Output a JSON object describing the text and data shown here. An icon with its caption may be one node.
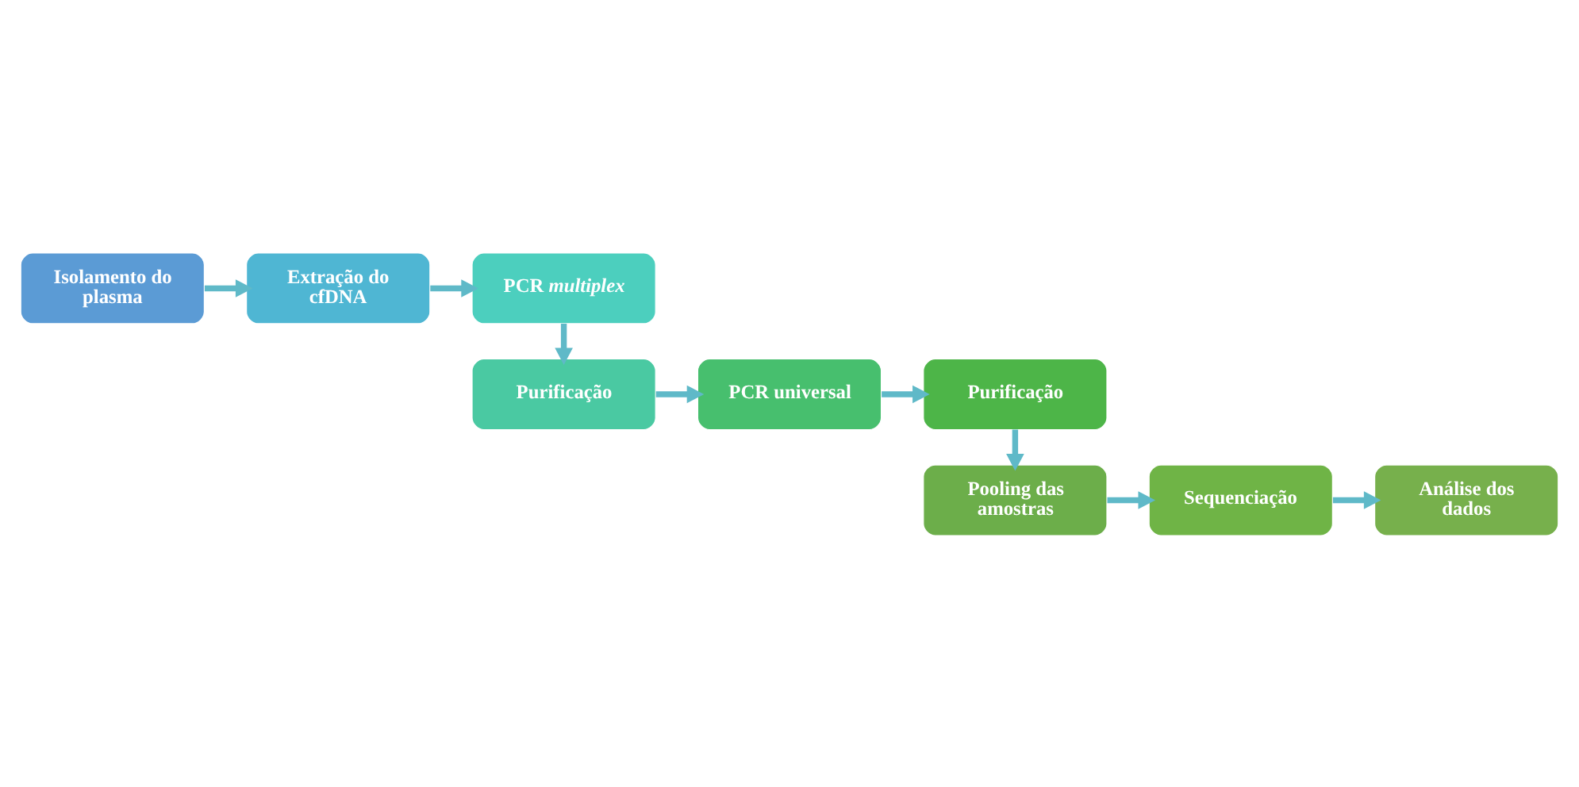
{
  "diagram": {
    "nodes": [
      {
        "text": [
          "Isolamento do plasma"
        ]
      },
      {
        "text": [
          "Extração do cfDNA"
        ]
      },
      {
        "text": [
          "PCR *multiplex*"
        ]
      },
      {
        "text": [
          "Purificação"
        ]
      },
      {
        "text": [
          "PCR universal"
        ]
      },
      {
        "text": [
          "Purificação"
        ]
      },
      {
        "text": [
          "Pooling das amostras"
        ]
      },
      {
        "text": [
          "Sequenciação"
        ]
      },
      {
        "text": [
          "Análise dos dados"
        ]
      }
    ],
    "edges": [
      {
        "from": 0,
        "to": 1,
        "arrow": "to"
      },
      {
        "from": 1,
        "to": 2,
        "arrow": "to"
      },
      {
        "from": 2,
        "to": 3,
        "arrow": "to"
      },
      {
        "from": 3,
        "to": 4,
        "arrow": "to"
      },
      {
        "from": 4,
        "to": 5,
        "arrow": "to"
      },
      {
        "from": 5,
        "to": 6,
        "arrow": "to"
      },
      {
        "from": 6,
        "to": 7,
        "arrow": "to"
      },
      {
        "from": 7,
        "to": 8,
        "arrow": "to"
      }
    ]
  }
}
